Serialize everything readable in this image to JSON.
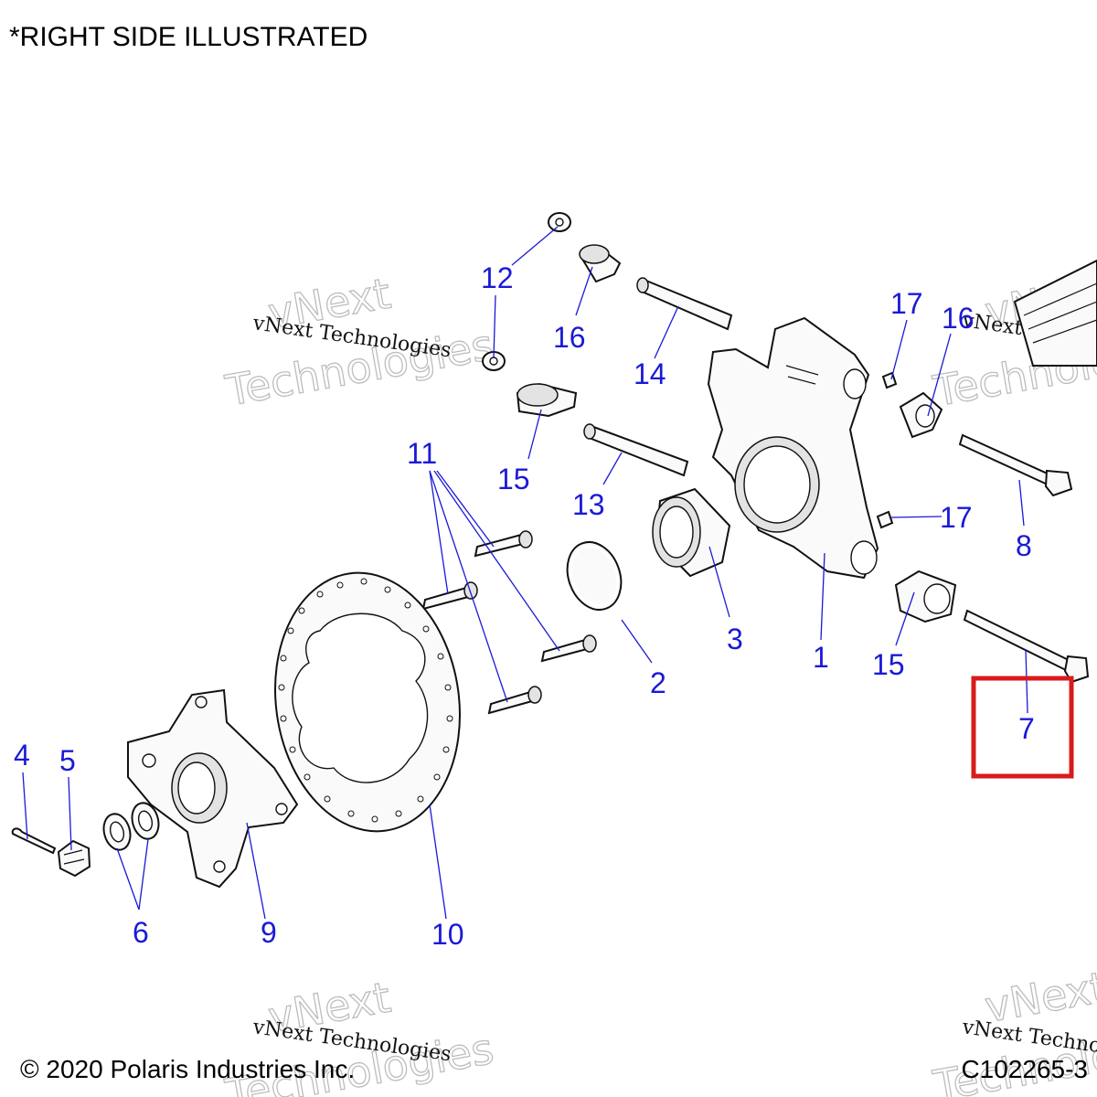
{
  "header": {
    "note": "*RIGHT SIDE ILLUSTRATED"
  },
  "footer": {
    "copyright": "© 2020 Polaris Industries Inc.",
    "drawing_number": "C102265-3"
  },
  "watermark": {
    "script_text": "vNext Technologies",
    "outline_top": "vNext",
    "outline_bottom": "Technologies"
  },
  "callouts": {
    "c1": "1",
    "c2": "2",
    "c3": "3",
    "c4": "4",
    "c5": "5",
    "c6": "6",
    "c7": "7",
    "c8": "8",
    "c9": "9",
    "c10": "10",
    "c11": "11",
    "c12": "12",
    "c13": "13",
    "c14": "14",
    "c15a": "15",
    "c15b": "15",
    "c16a": "16",
    "c16b": "16",
    "c17a": "17",
    "c17b": "17"
  },
  "highlight": {
    "target_callout": "7",
    "color": "#d81b1b"
  },
  "colors": {
    "callout": "#1a1ad6",
    "linework": "#111111"
  }
}
